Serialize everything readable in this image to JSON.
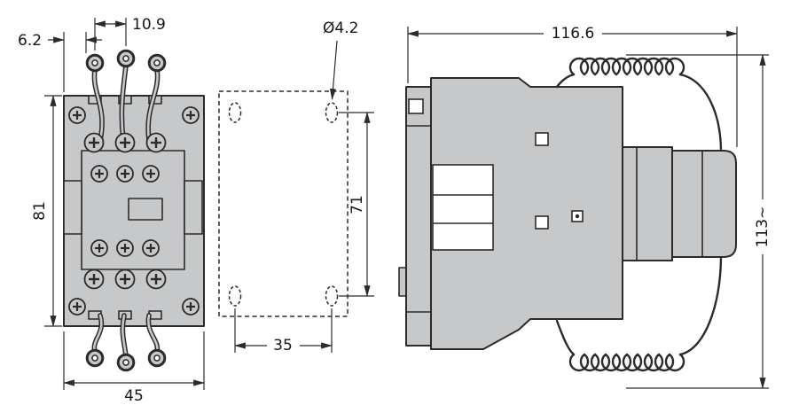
{
  "colors": {
    "line": "#2b2b2b",
    "body_fill": "#c7c8ca",
    "background": "#ffffff"
  },
  "front_view": {
    "dim_edge_to_terminal": "6.2",
    "dim_terminal_pitch": "10.9",
    "dim_height": "81",
    "dim_width": "45"
  },
  "mounting_view": {
    "dim_hole_diameter": "Ø4.2",
    "dim_vertical_spacing": "71",
    "dim_horizontal_spacing": "35"
  },
  "side_view": {
    "dim_depth": "116.6",
    "dim_height": "113~"
  }
}
